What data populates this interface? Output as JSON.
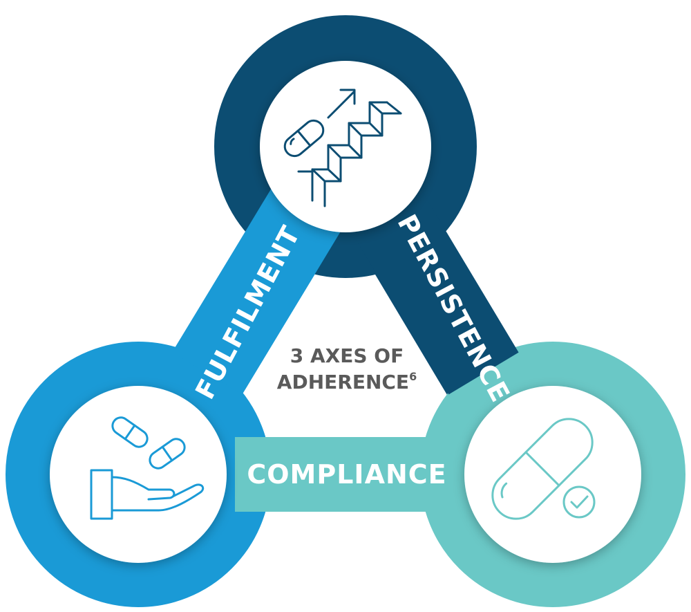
{
  "diagram": {
    "center_title": {
      "line1": "3 AXES OF",
      "line2": "ADHERENCE",
      "superscript": "6"
    },
    "axes": {
      "fulfilment": "FULFILMENT",
      "persistence": "PERSISTENCE",
      "compliance": "COMPLIANCE"
    },
    "nodes": {
      "top": {
        "icon": "pill-stairs-icon"
      },
      "left": {
        "icon": "hand-pills-icon"
      },
      "right": {
        "icon": "capsule-check-icon"
      }
    },
    "colors": {
      "dark_navy": "#0c4d72",
      "bright_blue": "#1a9ad6",
      "teal": "#6ac8c6",
      "white": "#ffffff"
    }
  }
}
